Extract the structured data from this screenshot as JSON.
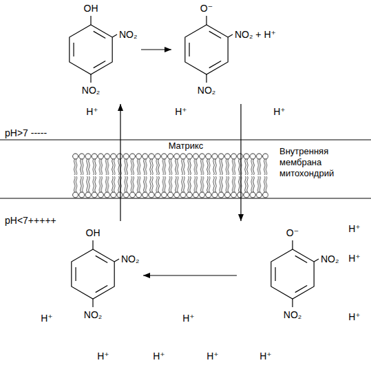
{
  "diagram": {
    "nodes": [
      {
        "text": [
          "OH",
          "NO₂",
          "NO₂"
        ]
      },
      {
        "text": [
          "O⁻",
          "NO₂ + H⁺",
          "NO₂"
        ]
      },
      {
        "text": [
          "O⁻",
          "NO₂",
          "NO₂"
        ]
      },
      {
        "text": [
          "OH",
          "NO₂",
          "NO₂"
        ]
      }
    ],
    "edges": [
      {
        "from": 0,
        "to": 1,
        "arrow": "to"
      },
      {
        "from": 1,
        "to": 2,
        "arrow": "to"
      },
      {
        "from": 2,
        "to": 3,
        "arrow": "to"
      },
      {
        "from": 3,
        "to": 0,
        "arrow": "to"
      }
    ],
    "labels": [
      "H⁺",
      "H⁺",
      "H⁺",
      "pH>7 -----",
      "Матрикс",
      "Внутренняя мембрана митохондрий",
      "pH<7+++++",
      "H⁺",
      "H⁺",
      "H⁺",
      "H⁺",
      "H⁺",
      "H⁺",
      "H⁺",
      "H⁺",
      "H⁺"
    ]
  }
}
